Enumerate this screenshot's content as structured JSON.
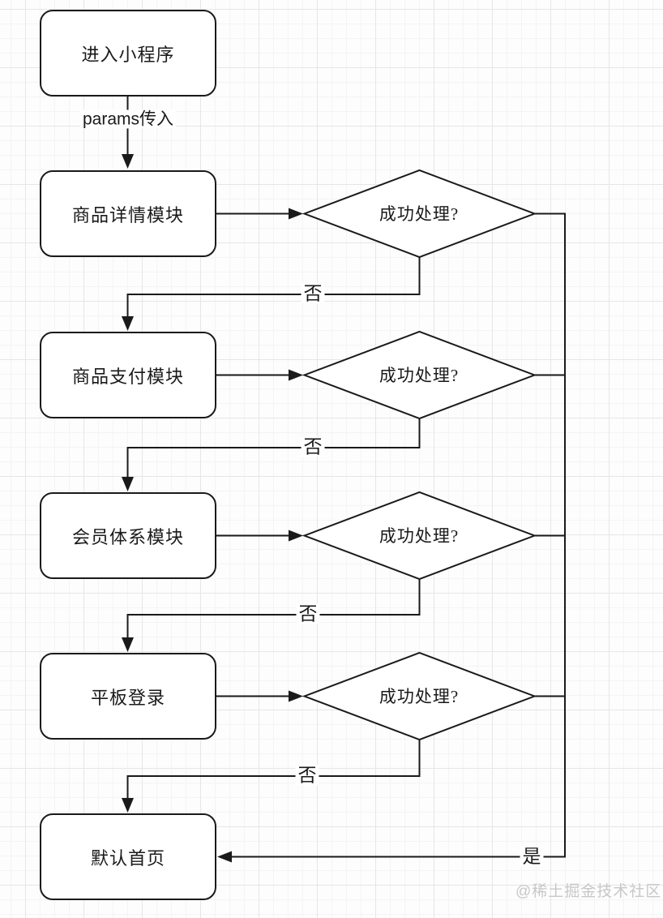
{
  "flow": {
    "nodes": [
      {
        "id": "start",
        "shape": "rounded-rectangle",
        "label": "进入小程序"
      },
      {
        "id": "product-detail",
        "shape": "rounded-rectangle",
        "label": "商品详情模块"
      },
      {
        "id": "product-payment",
        "shape": "rounded-rectangle",
        "label": "商品支付模块"
      },
      {
        "id": "membership",
        "shape": "rounded-rectangle",
        "label": "会员体系模块"
      },
      {
        "id": "tablet-login",
        "shape": "rounded-rectangle",
        "label": "平板登录"
      },
      {
        "id": "default-home",
        "shape": "rounded-rectangle",
        "label": "默认首页"
      }
    ],
    "decisions": [
      {
        "id": "decision-product-detail",
        "shape": "diamond",
        "label": "成功处理?"
      },
      {
        "id": "decision-product-payment",
        "shape": "diamond",
        "label": "成功处理?"
      },
      {
        "id": "decision-membership",
        "shape": "diamond",
        "label": "成功处理?"
      },
      {
        "id": "decision-tablet-login",
        "shape": "diamond",
        "label": "成功处理?"
      }
    ],
    "edge_labels": {
      "params_in": "params传入",
      "no": "否",
      "yes": "是"
    },
    "colors": {
      "stroke": "#1a1a1a",
      "node_fill": "#ffffff",
      "grid_minor": "#f4f4f4",
      "grid_major": "#e6e6e6",
      "watermark": "#c8c8c8"
    }
  },
  "watermark": {
    "text": "@稀土掘金技术社区"
  }
}
